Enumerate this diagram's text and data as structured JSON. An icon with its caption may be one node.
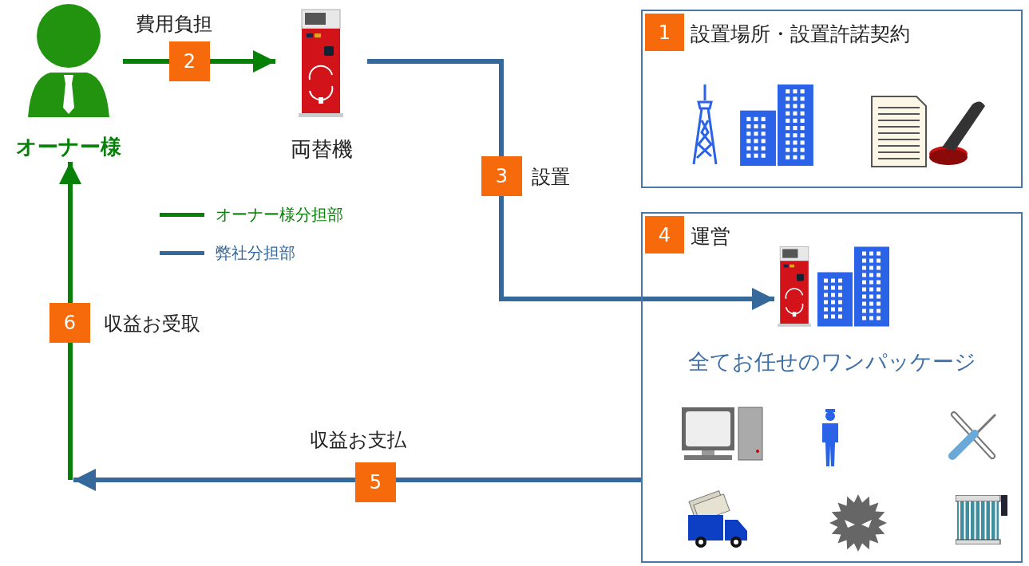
{
  "diagram": {
    "nodes": [
      {
        "text": [
          "オーナー様"
        ]
      },
      {
        "text": [
          "両替機"
        ]
      },
      {
        "text": [
          "設置場所・設置許諾契約"
        ]
      },
      {
        "text": [
          "1"
        ],
        "in": 2
      },
      {
        "text": [
          "運営",
          "全てお任せのワンパッケージ"
        ]
      },
      {
        "text": [
          "4"
        ],
        "in": 4
      },
      {
        "text": [],
        "shape": "picture",
        "in": 4
      },
      {
        "text": [
          "2"
        ]
      },
      {
        "text": [
          "3"
        ]
      },
      {
        "text": [
          "5"
        ]
      },
      {
        "text": [
          "6"
        ]
      }
    ],
    "edges": [
      {
        "from": 0,
        "to": 7,
        "arrow": "none",
        "label": "費用負担",
        "color": "#078007"
      },
      {
        "from": 7,
        "to": 1,
        "arrow": "to",
        "color": "#078007"
      },
      {
        "from": 1,
        "to": 8,
        "arrow": "none",
        "label": "設置",
        "color": "#35689b"
      },
      {
        "from": 8,
        "to": 6,
        "arrow": "to",
        "color": "#35689b"
      },
      {
        "from": 4,
        "to": 9,
        "arrow": "none",
        "label": "収益お支払",
        "color": "#35689b"
      },
      {
        "from": 9,
        "to": null,
        "arrow": "to",
        "color": "#35689b"
      },
      {
        "from": null,
        "to": 10,
        "arrow": "none",
        "color": "#078007"
      },
      {
        "from": 10,
        "to": 0,
        "arrow": "to",
        "label": "収益お受取",
        "color": "#078007"
      }
    ],
    "legend": [
      {
        "text": "オーナー様分担部"
      },
      {
        "text": "弊社分担部"
      }
    ]
  }
}
